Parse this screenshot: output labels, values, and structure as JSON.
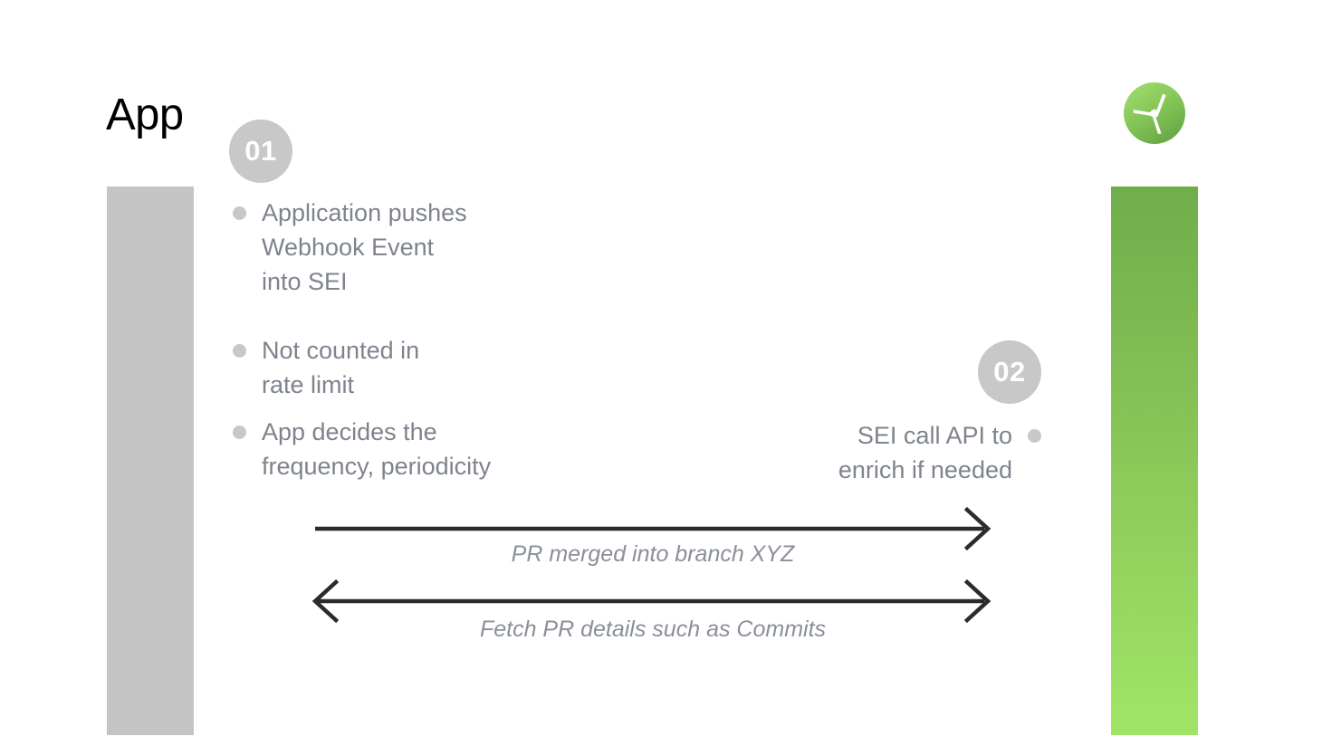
{
  "slide": {
    "title": "App",
    "background": "#ffffff"
  },
  "lanes": {
    "left": {
      "name": "App lane",
      "color": "#c4c4c4"
    },
    "right": {
      "name": "SEI lane",
      "color_top": "#6fae4b",
      "color_bottom": "#a0e567"
    }
  },
  "logo": {
    "name": "sei-propeller-logo",
    "circle_color_top": "#9bd86a",
    "circle_color_bottom": "#6fae4b",
    "blade_color": "#ffffff"
  },
  "steps": [
    {
      "badge": "01",
      "side": "left",
      "bullets": [
        "Application pushes\nWebhook Event\ninto SEI",
        "Not counted in\nrate limit",
        "App decides the\nfrequency, periodicity"
      ],
      "bullet_lines": [
        [
          "Application pushes",
          "Webhook Event",
          "into SEI"
        ],
        [
          "Not counted in",
          "rate limit"
        ],
        [
          "App decides the",
          "frequency, periodicity"
        ]
      ]
    },
    {
      "badge": "02",
      "side": "right",
      "bullet_lines": [
        [
          "SEI call API to",
          "enrich if needed"
        ]
      ]
    }
  ],
  "arrows": [
    {
      "name": "pr-merged-arrow",
      "direction": "right",
      "label": "PR merged into branch XYZ",
      "color": "#2b2b2b"
    },
    {
      "name": "fetch-pr-details-arrow",
      "direction": "both",
      "label": "Fetch PR details such as Commits",
      "color": "#2b2b2b"
    }
  ],
  "colors": {
    "body_text": "#7e838d",
    "label_text": "#8a8f99",
    "badge_bg": "#c8c8c8",
    "badge_text": "#ffffff",
    "bullet_dot": "#c8c8c8",
    "title_text": "#000000",
    "arrow": "#2b2b2b"
  }
}
